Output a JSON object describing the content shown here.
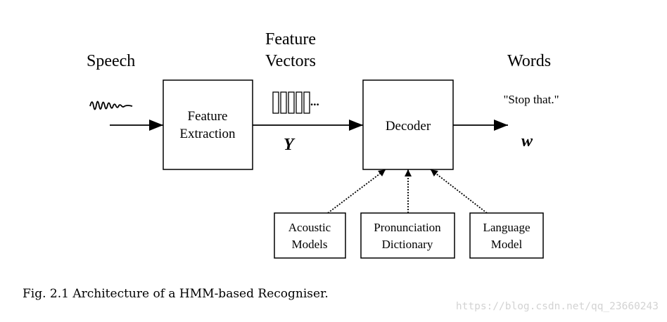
{
  "diagram": {
    "labels": {
      "speech": "Speech",
      "feature_vectors_line1": "Feature",
      "feature_vectors_line2": "Vectors",
      "words": "Words",
      "quote": "\"Stop that.\"",
      "y_symbol": "Y",
      "w_symbol": "w",
      "ellipsis": "..."
    },
    "boxes": {
      "feature_extraction": {
        "line1": "Feature",
        "line2": "Extraction"
      },
      "decoder": {
        "line1": "Decoder"
      },
      "acoustic_models": {
        "line1": "Acoustic",
        "line2": "Models"
      },
      "pronunciation_dictionary": {
        "line1": "Pronunciation",
        "line2": "Dictionary"
      },
      "language_model": {
        "line1": "Language",
        "line2": "Model"
      }
    },
    "caption": "Fig. 2.1 Architecture of a HMM-based Recogniser.",
    "watermark": "https://blog.csdn.net/qq_23660243"
  },
  "colors": {
    "stroke": "#000000",
    "watermark": "#d3d3d3"
  }
}
